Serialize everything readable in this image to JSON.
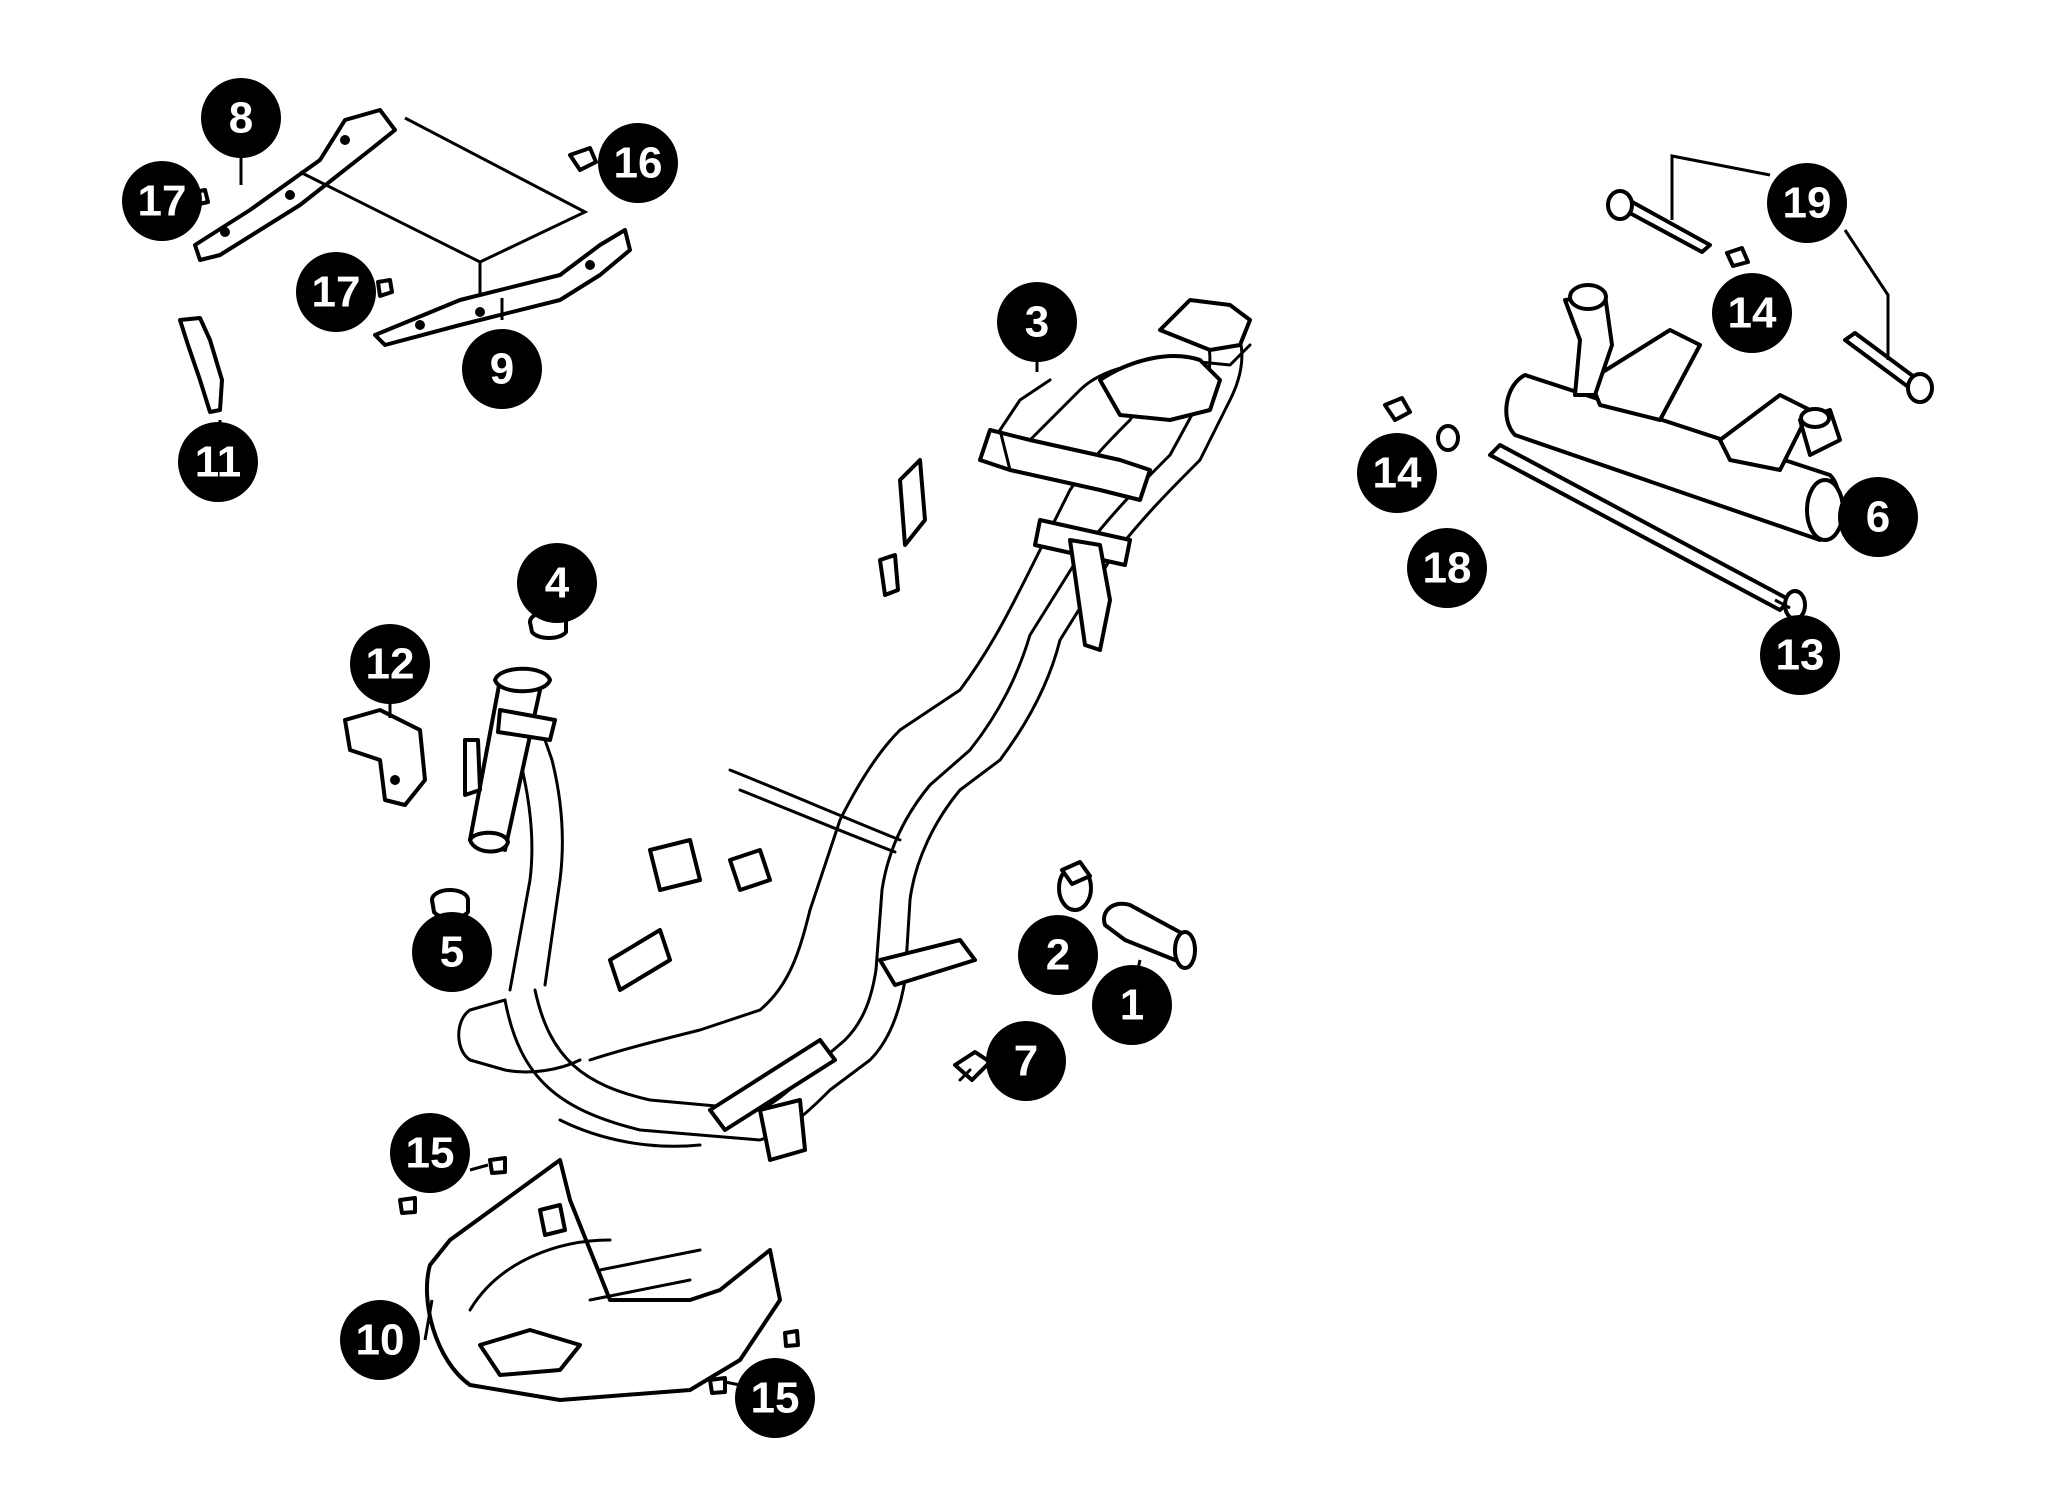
{
  "callouts": [
    {
      "id": "1",
      "label": "1"
    },
    {
      "id": "2",
      "label": "2"
    },
    {
      "id": "3",
      "label": "3"
    },
    {
      "id": "4",
      "label": "4"
    },
    {
      "id": "5",
      "label": "5"
    },
    {
      "id": "6",
      "label": "6"
    },
    {
      "id": "7",
      "label": "7"
    },
    {
      "id": "8",
      "label": "8"
    },
    {
      "id": "9",
      "label": "9"
    },
    {
      "id": "10",
      "label": "10"
    },
    {
      "id": "11",
      "label": "11"
    },
    {
      "id": "12",
      "label": "12"
    },
    {
      "id": "13",
      "label": "13"
    },
    {
      "id": "14a",
      "label": "14"
    },
    {
      "id": "14b",
      "label": "14"
    },
    {
      "id": "15a",
      "label": "15"
    },
    {
      "id": "15b",
      "label": "15"
    },
    {
      "id": "16",
      "label": "16"
    },
    {
      "id": "17a",
      "label": "17"
    },
    {
      "id": "17b",
      "label": "17"
    },
    {
      "id": "18",
      "label": "18"
    },
    {
      "id": "19",
      "label": "19"
    }
  ]
}
